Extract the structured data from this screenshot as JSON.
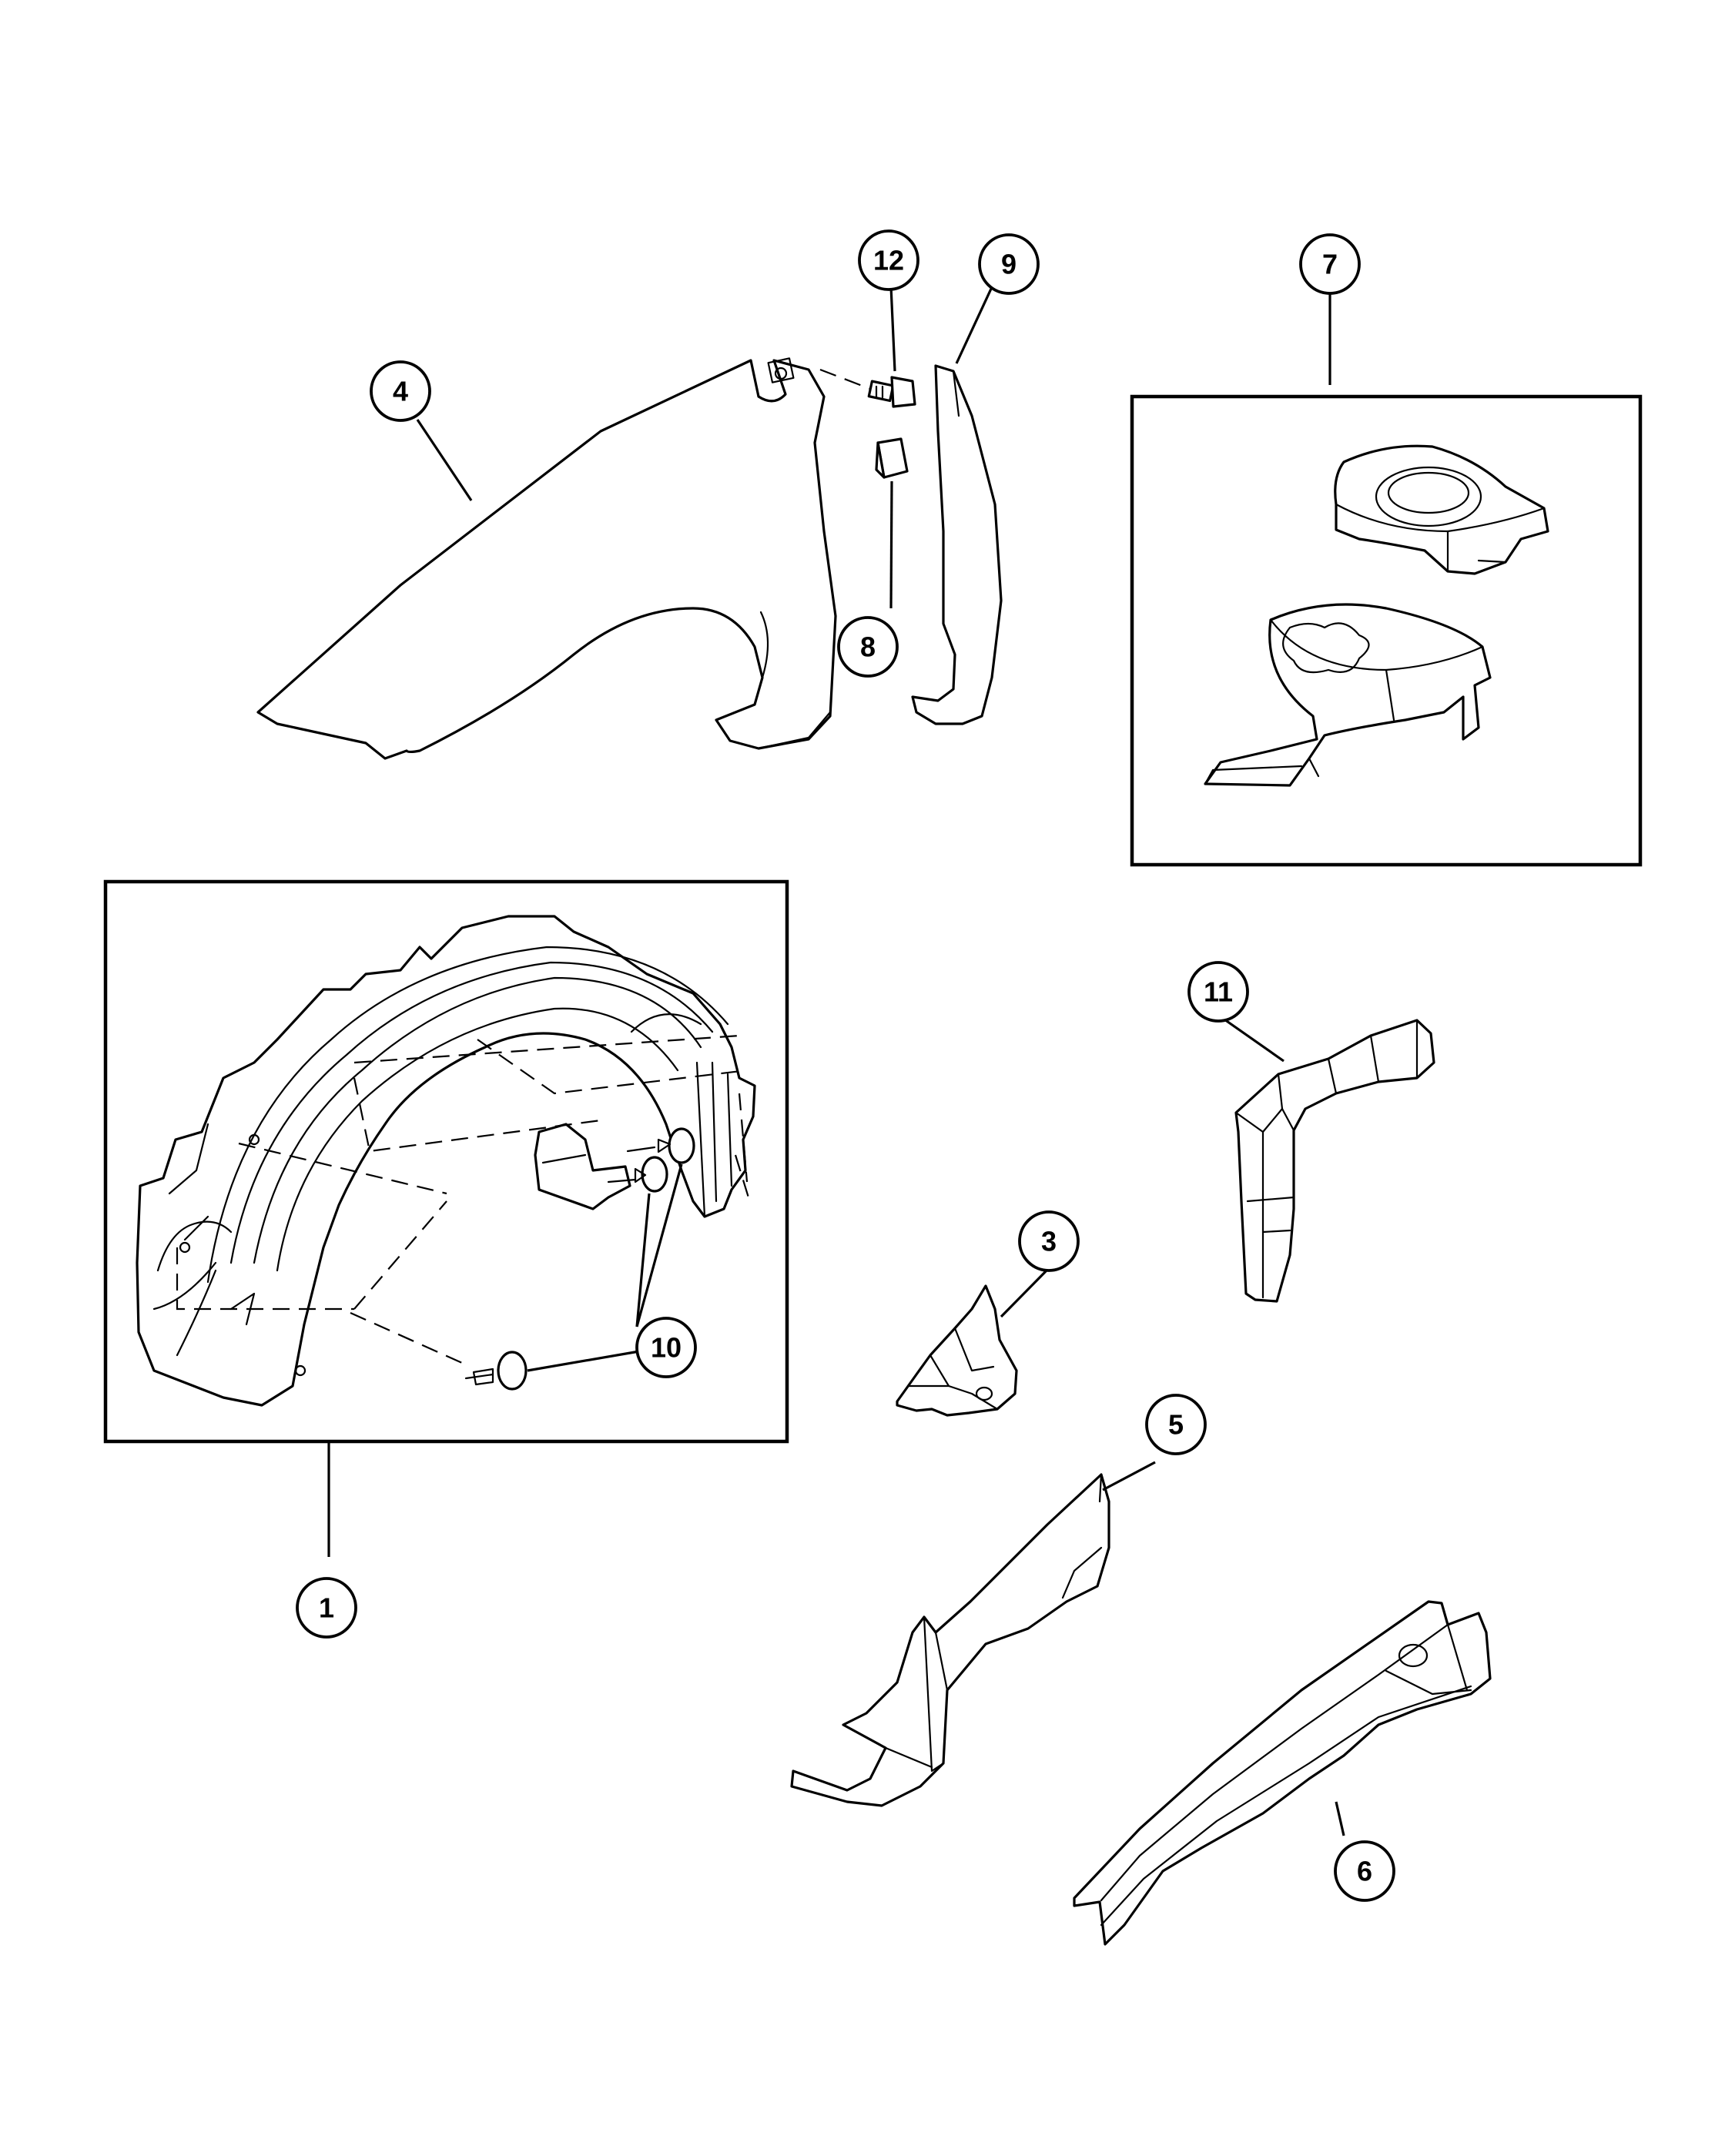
{
  "callouts": {
    "c1": "1",
    "c3": "3",
    "c4": "4",
    "c5": "5",
    "c6": "6",
    "c7": "7",
    "c8": "8",
    "c9": "9",
    "c10": "10",
    "c11": "11",
    "c12": "12"
  }
}
